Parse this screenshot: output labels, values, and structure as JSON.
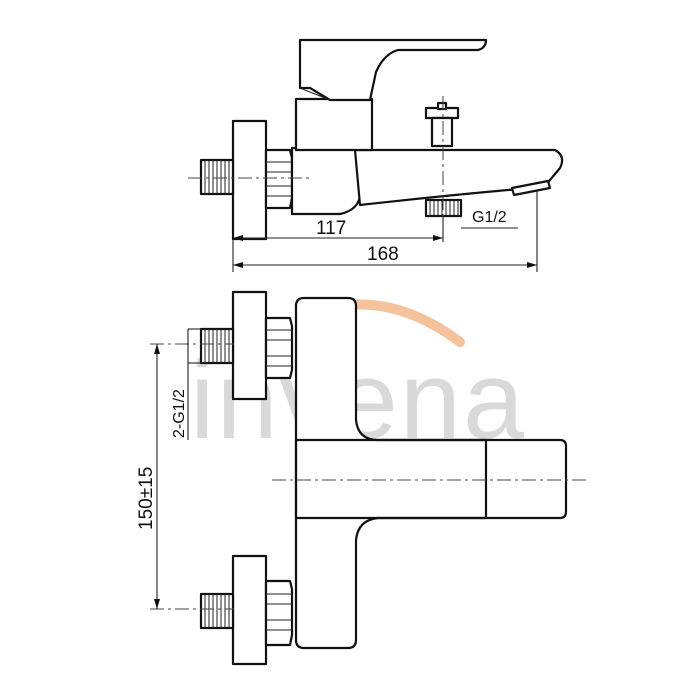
{
  "watermark": {
    "text": "invena",
    "arc_color": "#f2b98a",
    "text_color": "#d9d9d9"
  },
  "side_view": {
    "dimensions": {
      "spout_reach": "117",
      "overall_length": "168"
    },
    "labels": {
      "diverter_thread": "G1/2"
    }
  },
  "front_view": {
    "dimensions": {
      "inlet_spacing": "150±15"
    },
    "labels": {
      "inlet_thread": "2-G1/2"
    }
  },
  "colors": {
    "line": "#111111",
    "background": "#ffffff"
  }
}
